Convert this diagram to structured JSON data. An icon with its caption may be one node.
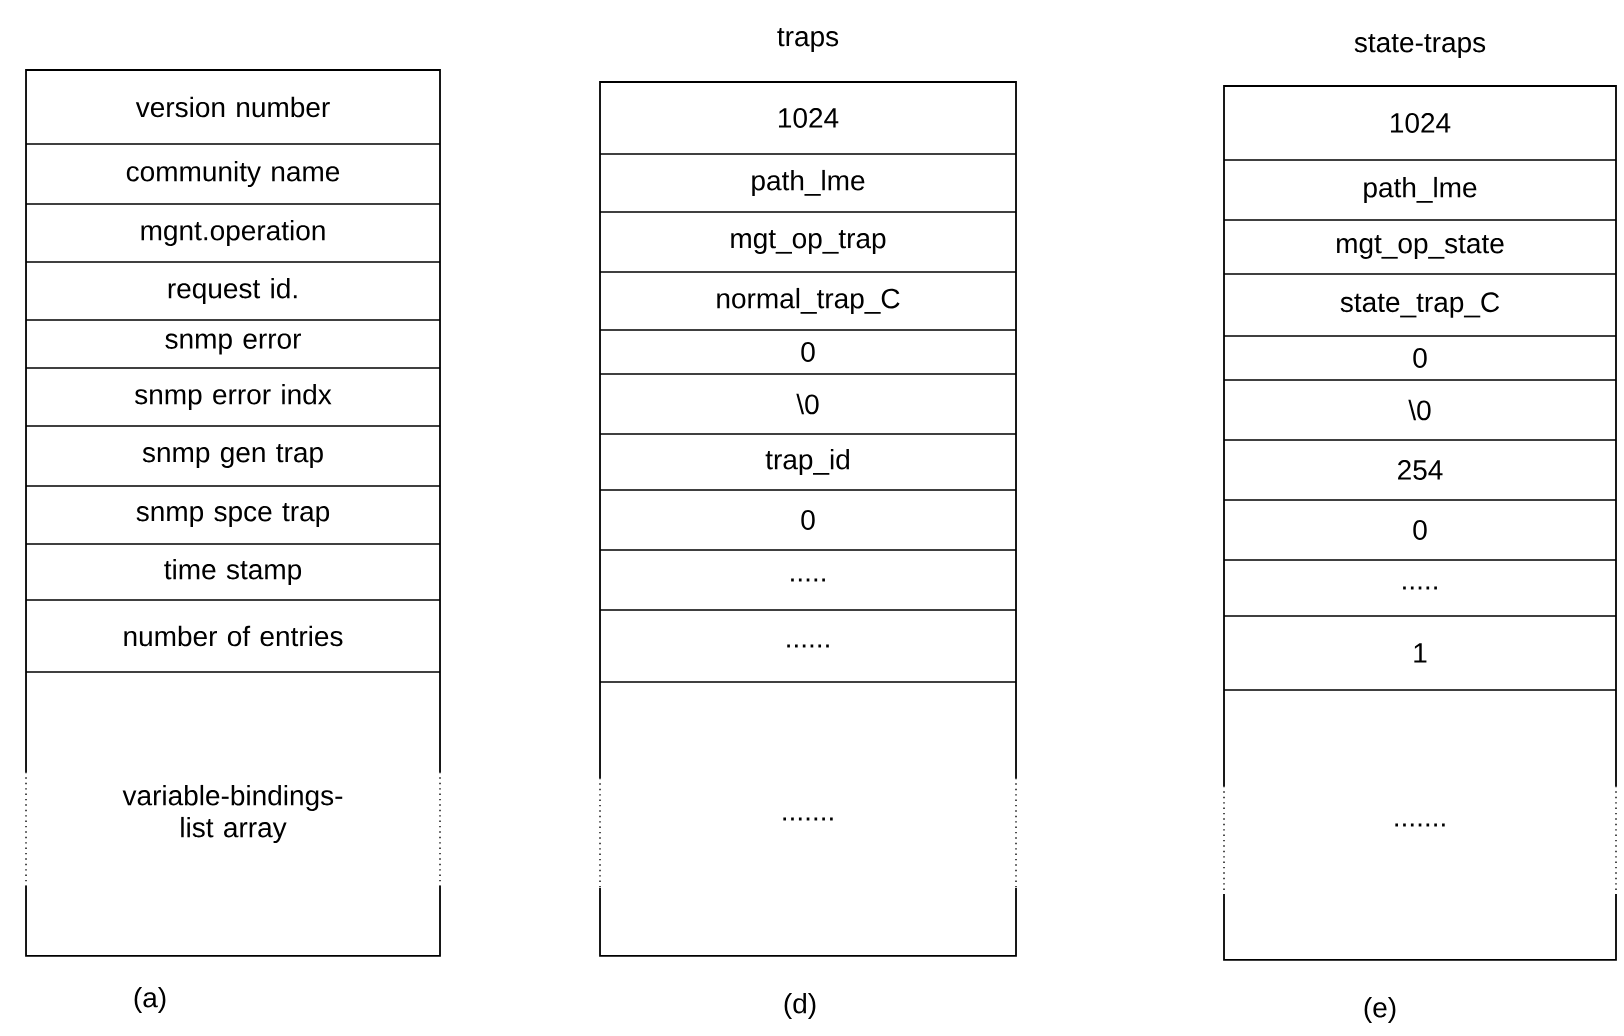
{
  "diagram": {
    "nodes": [
      {
        "text": [
          "version number",
          "community name",
          "mgnt.operation",
          "request id.",
          "snmp error",
          "snmp error indx",
          "snmp gen trap",
          "snmp spce trap",
          "time stamp",
          "number of entries",
          "variable-bindings-list array"
        ],
        "beside": [
          "(a)"
        ]
      },
      {
        "text": [
          "traps",
          "1024",
          "path_lme",
          "mgt_op_trap",
          "normal_trap_C",
          "0",
          "\\0",
          "trap_id",
          "0",
          ".....",
          "......",
          "......."
        ],
        "beside": [
          "(d)"
        ]
      },
      {
        "text": [
          "state-traps",
          "1024",
          "path_lme",
          "mgt_op_state",
          "state_trap_C",
          "0",
          "\\0",
          "254",
          "0",
          ".....",
          "1",
          "......."
        ],
        "beside": [
          "(e)"
        ]
      }
    ]
  }
}
